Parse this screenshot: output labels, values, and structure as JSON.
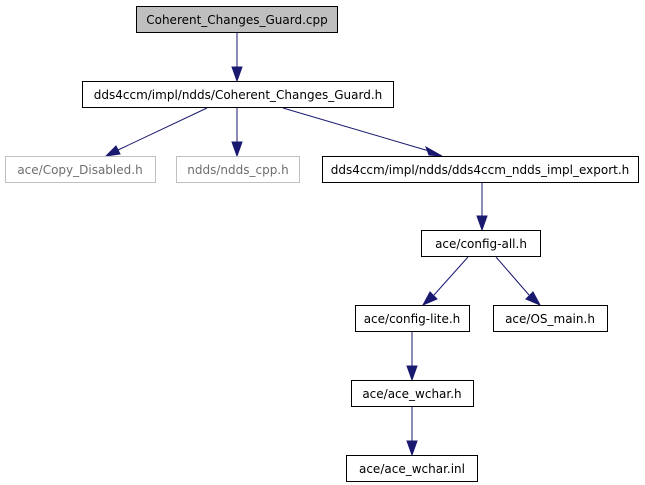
{
  "diagram": {
    "colors": {
      "edge": "#191970",
      "root_fill": "#bfbfbf",
      "node_fill": "#ffffff",
      "node_border": "#000000",
      "missing_node_border": "#bfbfbf",
      "missing_node_text": "#6e6e6e"
    },
    "nodes": [
      {
        "id": "n0",
        "label": "Coherent_Changes_Guard.cpp",
        "style": "root"
      },
      {
        "id": "n1",
        "label": "dds4ccm/impl/ndds/Coherent_Changes_Guard.h",
        "style": "normal"
      },
      {
        "id": "n2",
        "label": "ace/Copy_Disabled.h",
        "style": "missing"
      },
      {
        "id": "n3",
        "label": "ndds/ndds_cpp.h",
        "style": "missing"
      },
      {
        "id": "n4",
        "label": "dds4ccm/impl/ndds/dds4ccm_ndds_impl_export.h",
        "style": "normal"
      },
      {
        "id": "n5",
        "label": "ace/config-all.h",
        "style": "normal"
      },
      {
        "id": "n6",
        "label": "ace/config-lite.h",
        "style": "normal"
      },
      {
        "id": "n7",
        "label": "ace/OS_main.h",
        "style": "normal"
      },
      {
        "id": "n8",
        "label": "ace/ace_wchar.h",
        "style": "normal"
      },
      {
        "id": "n9",
        "label": "ace/ace_wchar.inl",
        "style": "normal"
      }
    ],
    "edges": [
      {
        "from": "n0",
        "to": "n1"
      },
      {
        "from": "n1",
        "to": "n2"
      },
      {
        "from": "n1",
        "to": "n3"
      },
      {
        "from": "n1",
        "to": "n4"
      },
      {
        "from": "n4",
        "to": "n5"
      },
      {
        "from": "n5",
        "to": "n6"
      },
      {
        "from": "n5",
        "to": "n7"
      },
      {
        "from": "n6",
        "to": "n8"
      },
      {
        "from": "n8",
        "to": "n9"
      }
    ]
  }
}
